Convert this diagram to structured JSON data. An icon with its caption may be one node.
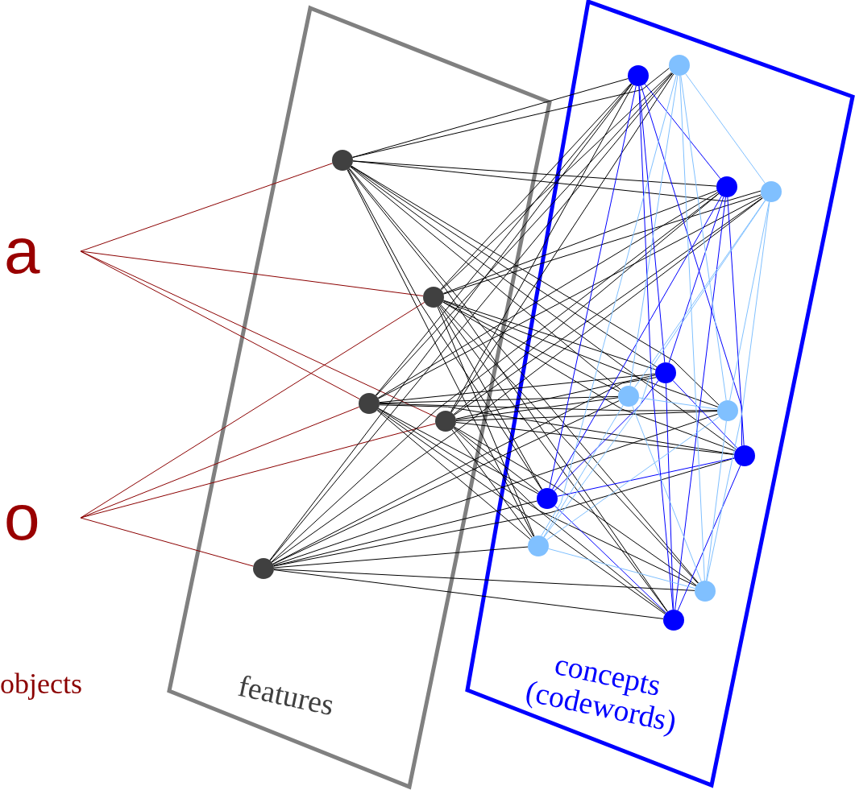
{
  "diagram": {
    "nodes": [
      {
        "text": [
          "a"
        ]
      },
      {
        "text": [
          "o"
        ]
      },
      {
        "text": [
          "features"
        ]
      },
      {
        "text": [],
        "shape": "circle",
        "in": 2
      },
      {
        "text": [],
        "shape": "circle",
        "in": 2
      },
      {
        "text": [],
        "shape": "circle",
        "in": 2
      },
      {
        "text": [],
        "shape": "circle",
        "in": 2
      },
      {
        "text": [],
        "shape": "circle",
        "in": 2
      },
      {
        "text": [
          "concepts (codewords)"
        ]
      },
      {
        "text": [],
        "shape": "circle",
        "in": 8
      },
      {
        "text": [],
        "shape": "circle",
        "in": 8
      },
      {
        "text": [],
        "shape": "circle",
        "in": 8
      },
      {
        "text": [],
        "shape": "circle",
        "in": 8
      },
      {
        "text": [],
        "shape": "circle",
        "in": 8
      },
      {
        "text": [],
        "shape": "circle",
        "in": 8
      },
      {
        "text": [],
        "shape": "circle",
        "in": 8
      },
      {
        "text": [],
        "shape": "circle",
        "in": 8
      },
      {
        "text": [],
        "shape": "circle",
        "in": 8
      },
      {
        "text": [],
        "shape": "circle",
        "in": 8
      },
      {
        "text": [],
        "shape": "circle",
        "in": 8
      },
      {
        "text": [],
        "shape": "circle",
        "in": 8
      }
    ],
    "edges": [
      {
        "from": 0,
        "to": 3,
        "arrow": "none",
        "color": "#8b0000"
      },
      {
        "from": 0,
        "to": 4,
        "arrow": "none",
        "color": "#8b0000"
      },
      {
        "from": 0,
        "to": 5,
        "arrow": "none",
        "color": "#8b0000"
      },
      {
        "from": 0,
        "to": 6,
        "arrow": "none",
        "color": "#8b0000"
      },
      {
        "from": 1,
        "to": 4,
        "arrow": "none",
        "color": "#8b0000"
      },
      {
        "from": 1,
        "to": 5,
        "arrow": "none",
        "color": "#8b0000"
      },
      {
        "from": 1,
        "to": 6,
        "arrow": "none",
        "color": "#8b0000"
      },
      {
        "from": 1,
        "to": 7,
        "arrow": "none",
        "color": "#8b0000"
      },
      {
        "from": 3,
        "to": 9,
        "arrow": "none"
      },
      {
        "from": 3,
        "to": 10,
        "arrow": "none"
      },
      {
        "from": 3,
        "to": 11,
        "arrow": "none"
      },
      {
        "from": 3,
        "to": 12,
        "arrow": "none"
      },
      {
        "from": 3,
        "to": 13,
        "arrow": "none"
      },
      {
        "from": 3,
        "to": 14,
        "arrow": "none"
      },
      {
        "from": 3,
        "to": 15,
        "arrow": "none"
      },
      {
        "from": 3,
        "to": 16,
        "arrow": "none"
      },
      {
        "from": 3,
        "to": 17,
        "arrow": "none"
      },
      {
        "from": 3,
        "to": 18,
        "arrow": "none"
      },
      {
        "from": 3,
        "to": 19,
        "arrow": "none"
      },
      {
        "from": 3,
        "to": 20,
        "arrow": "none"
      },
      {
        "from": 4,
        "to": 9,
        "arrow": "none"
      },
      {
        "from": 4,
        "to": 10,
        "arrow": "none"
      },
      {
        "from": 4,
        "to": 11,
        "arrow": "none"
      },
      {
        "from": 4,
        "to": 12,
        "arrow": "none"
      },
      {
        "from": 4,
        "to": 13,
        "arrow": "none"
      },
      {
        "from": 4,
        "to": 14,
        "arrow": "none"
      },
      {
        "from": 4,
        "to": 15,
        "arrow": "none"
      },
      {
        "from": 4,
        "to": 16,
        "arrow": "none"
      },
      {
        "from": 4,
        "to": 17,
        "arrow": "none"
      },
      {
        "from": 4,
        "to": 18,
        "arrow": "none"
      },
      {
        "from": 4,
        "to": 19,
        "arrow": "none"
      },
      {
        "from": 4,
        "to": 20,
        "arrow": "none"
      },
      {
        "from": 5,
        "to": 9,
        "arrow": "none"
      },
      {
        "from": 5,
        "to": 10,
        "arrow": "none"
      },
      {
        "from": 5,
        "to": 11,
        "arrow": "none"
      },
      {
        "from": 5,
        "to": 12,
        "arrow": "none"
      },
      {
        "from": 5,
        "to": 13,
        "arrow": "none"
      },
      {
        "from": 5,
        "to": 14,
        "arrow": "none"
      },
      {
        "from": 5,
        "to": 15,
        "arrow": "none"
      },
      {
        "from": 5,
        "to": 16,
        "arrow": "none"
      },
      {
        "from": 5,
        "to": 17,
        "arrow": "none"
      },
      {
        "from": 5,
        "to": 18,
        "arrow": "none"
      },
      {
        "from": 5,
        "to": 19,
        "arrow": "none"
      },
      {
        "from": 5,
        "to": 20,
        "arrow": "none"
      },
      {
        "from": 6,
        "to": 9,
        "arrow": "none"
      },
      {
        "from": 6,
        "to": 10,
        "arrow": "none"
      },
      {
        "from": 6,
        "to": 11,
        "arrow": "none"
      },
      {
        "from": 6,
        "to": 12,
        "arrow": "none"
      },
      {
        "from": 6,
        "to": 13,
        "arrow": "none"
      },
      {
        "from": 6,
        "to": 14,
        "arrow": "none"
      },
      {
        "from": 6,
        "to": 15,
        "arrow": "none"
      },
      {
        "from": 6,
        "to": 16,
        "arrow": "none"
      },
      {
        "from": 6,
        "to": 17,
        "arrow": "none"
      },
      {
        "from": 6,
        "to": 18,
        "arrow": "none"
      },
      {
        "from": 6,
        "to": 19,
        "arrow": "none"
      },
      {
        "from": 6,
        "to": 20,
        "arrow": "none"
      },
      {
        "from": 7,
        "to": 9,
        "arrow": "none"
      },
      {
        "from": 7,
        "to": 10,
        "arrow": "none"
      },
      {
        "from": 7,
        "to": 11,
        "arrow": "none"
      },
      {
        "from": 7,
        "to": 12,
        "arrow": "none"
      },
      {
        "from": 7,
        "to": 13,
        "arrow": "none"
      },
      {
        "from": 7,
        "to": 14,
        "arrow": "none"
      },
      {
        "from": 7,
        "to": 15,
        "arrow": "none"
      },
      {
        "from": 7,
        "to": 16,
        "arrow": "none"
      },
      {
        "from": 7,
        "to": 17,
        "arrow": "none"
      },
      {
        "from": 7,
        "to": 18,
        "arrow": "none"
      },
      {
        "from": 7,
        "to": 19,
        "arrow": "none"
      },
      {
        "from": 7,
        "to": 20,
        "arrow": "none"
      },
      {
        "from": 9,
        "to": 10,
        "arrow": "none",
        "color": "#0000ff"
      },
      {
        "from": 9,
        "to": 11,
        "arrow": "none",
        "color": "#0000ff"
      },
      {
        "from": 9,
        "to": 12,
        "arrow": "none",
        "color": "#0000ff"
      },
      {
        "from": 9,
        "to": 13,
        "arrow": "none",
        "color": "#0000ff"
      },
      {
        "from": 9,
        "to": 14,
        "arrow": "none",
        "color": "#0000ff"
      },
      {
        "from": 10,
        "to": 11,
        "arrow": "none",
        "color": "#0000ff"
      },
      {
        "from": 10,
        "to": 12,
        "arrow": "none",
        "color": "#0000ff"
      },
      {
        "from": 10,
        "to": 13,
        "arrow": "none",
        "color": "#0000ff"
      },
      {
        "from": 10,
        "to": 14,
        "arrow": "none",
        "color": "#0000ff"
      },
      {
        "from": 11,
        "to": 12,
        "arrow": "none",
        "color": "#0000ff"
      },
      {
        "from": 11,
        "to": 13,
        "arrow": "none",
        "color": "#0000ff"
      },
      {
        "from": 11,
        "to": 14,
        "arrow": "none",
        "color": "#0000ff"
      },
      {
        "from": 12,
        "to": 13,
        "arrow": "none",
        "color": "#0000ff"
      },
      {
        "from": 12,
        "to": 14,
        "arrow": "none",
        "color": "#0000ff"
      },
      {
        "from": 13,
        "to": 14,
        "arrow": "none",
        "color": "#0000ff"
      },
      {
        "from": 15,
        "to": 16,
        "arrow": "none",
        "color": "#80c0ff"
      },
      {
        "from": 15,
        "to": 17,
        "arrow": "none",
        "color": "#80c0ff"
      },
      {
        "from": 15,
        "to": 18,
        "arrow": "none",
        "color": "#80c0ff"
      },
      {
        "from": 15,
        "to": 19,
        "arrow": "none",
        "color": "#80c0ff"
      },
      {
        "from": 15,
        "to": 20,
        "arrow": "none",
        "color": "#80c0ff"
      },
      {
        "from": 16,
        "to": 17,
        "arrow": "none",
        "color": "#80c0ff"
      },
      {
        "from": 16,
        "to": 18,
        "arrow": "none",
        "color": "#80c0ff"
      },
      {
        "from": 16,
        "to": 19,
        "arrow": "none",
        "color": "#80c0ff"
      },
      {
        "from": 16,
        "to": 20,
        "arrow": "none",
        "color": "#80c0ff"
      },
      {
        "from": 17,
        "to": 18,
        "arrow": "none",
        "color": "#80c0ff"
      },
      {
        "from": 17,
        "to": 19,
        "arrow": "none",
        "color": "#80c0ff"
      },
      {
        "from": 17,
        "to": 20,
        "arrow": "none",
        "color": "#80c0ff"
      },
      {
        "from": 18,
        "to": 19,
        "arrow": "none",
        "color": "#80c0ff"
      },
      {
        "from": 18,
        "to": 20,
        "arrow": "none",
        "color": "#80c0ff"
      },
      {
        "from": 19,
        "to": 20,
        "arrow": "none",
        "color": "#80c0ff"
      }
    ],
    "labels": [
      "objects"
    ]
  }
}
